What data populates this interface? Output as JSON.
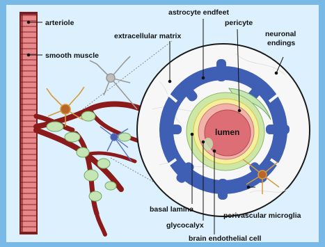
{
  "labels": {
    "arteriole": "arteriole",
    "smooth_muscle": "smooth muscle",
    "astrocyte_endfeet": "astrocyte endfeet",
    "pericyte": "pericyte",
    "extracellular_matrix": "extracellular matrix",
    "neuronal_endings_line1": "neuronal",
    "neuronal_endings_line2": "endings",
    "lumen": "lumen",
    "basal_lamina": "basal lamina",
    "glycocalyx": "glycocalyx",
    "brain_endothelial_cell": "brain endothelial cell",
    "perivascular_microglia": "perivascular microglia"
  },
  "colors": {
    "background_border": "#79b9e7",
    "panel": "#dcf1fd",
    "artery_pink": "#e6888a",
    "artery_stripe": "#b65258",
    "artery_dark": "#7a1e22",
    "capillary": "#8b1a1a",
    "pericyte_green": "#c5e6b4",
    "astrocyte_blue": "#3f5fb5",
    "basal_lamina_green": "#cde8a6",
    "glycocalyx_yellow": "#f4ef9c",
    "endothelial_pink": "#f0b2a9",
    "lumen_pink": "#dd6e76",
    "microglia_orange": "#d79a3c"
  }
}
